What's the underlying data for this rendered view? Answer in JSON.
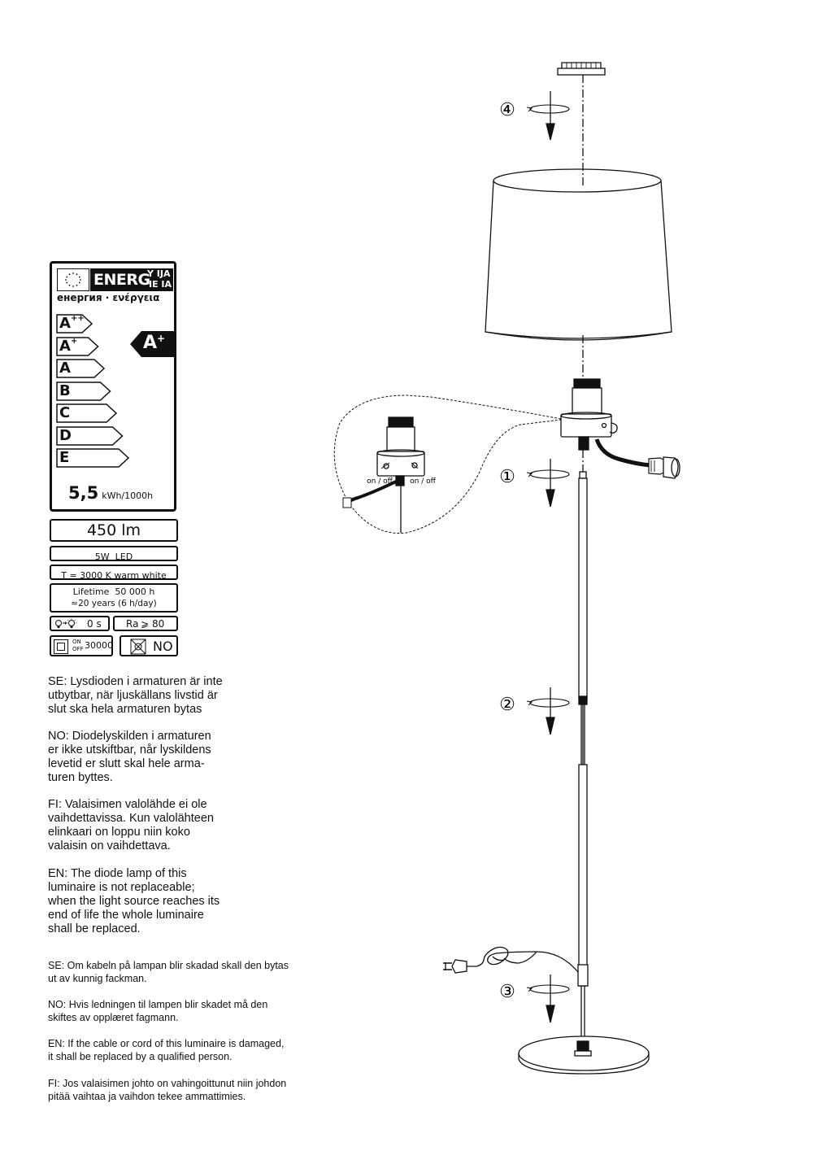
{
  "energy_label": {
    "banner_word": "ENERG",
    "banner_sup_top": "Y IJA",
    "banner_sup_bottom": "IE IA",
    "subtitle": "енергия · ενέργεια",
    "classes": [
      {
        "base": "A",
        "sup": "++"
      },
      {
        "base": "A",
        "sup": "+"
      },
      {
        "base": "A",
        "sup": ""
      },
      {
        "base": "B",
        "sup": ""
      },
      {
        "base": "C",
        "sup": ""
      },
      {
        "base": "D",
        "sup": ""
      },
      {
        "base": "E",
        "sup": ""
      }
    ],
    "rating_base": "A",
    "rating_sup": "+",
    "consumption_value": "5,5",
    "consumption_unit": "kWh/1000h"
  },
  "specs": {
    "lumen": "450 lm",
    "power": "5W  LED",
    "color_temp": "T = 3000 K warm white",
    "lifetime_line1": "Lifetime  50 000 h",
    "lifetime_line2": "≈20 years (6 h/day)",
    "warmup": "0 s",
    "ra_symbol": "Ra",
    "ra_value": "80",
    "switch_on": "ON",
    "switch_off": "OFF",
    "switch_cycles": "30000",
    "dimmable": "NO"
  },
  "texts": {
    "se_diode": "SE: Lysdioden i armaturen är inte\nutbytbar, när ljuskällans livstid är\nslut ska hela armaturen bytas",
    "no_diode": "NO: Diodelyskilden i armaturen\ner ikke utskiftbar, når lyskildens\nlevetid er slutt skal hele arma-\nturen byttes.",
    "fi_diode": "FI: Valaisimen valolähde ei ole\nvaihdettavissa. Kun valolähteen\nelinkaari on loppu niin koko\nvalaisin on vaihdettava.",
    "en_diode": "EN: The diode lamp of this\nluminaire is not replaceable;\nwhen the light source reaches its\nend of life the whole luminaire\nshall be replaced.",
    "se_cable": "SE: Om kabeln på lampan blir skadad skall den bytas\nut av kunnig fackman.",
    "no_cable": "NO: Hvis ledningen til lampen blir skadet må den\nskiftes av opplæret fagmann.",
    "en_cable": "EN: If the cable or cord of this luminaire is damaged,\nit shall be replaced by a qualified person.",
    "fi_cable": "FI: Jos valaisimen johto on vahingoittunut niin johdon\npitää vaihtaa ja vaihdon tekee ammattimies."
  },
  "diagram": {
    "steps": [
      "①",
      "②",
      "③",
      "④"
    ],
    "switch_label_left": "on / off",
    "switch_label_right": "on / off"
  }
}
